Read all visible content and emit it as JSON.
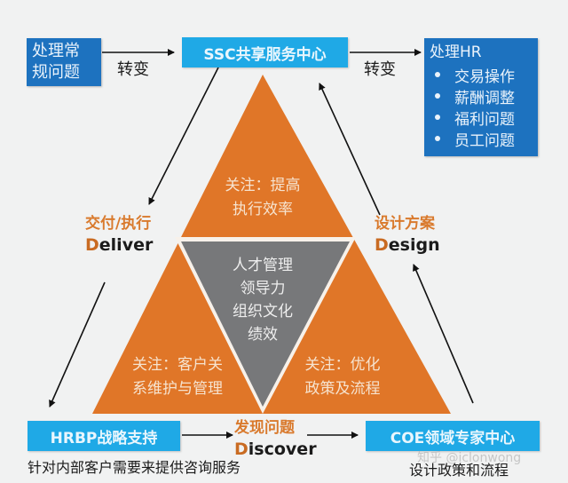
{
  "colors": {
    "orange": "#e07628",
    "gray": "#77787a",
    "dark_blue": "#1d72bf",
    "light_blue": "#1fa9e6",
    "stage_orange": "#d97a2d",
    "background": "#f1f2f2"
  },
  "top_row": {
    "left_box": {
      "line1": "处理常",
      "line2": "规问题"
    },
    "left_arrow_label": "转变",
    "center_box": {
      "label": "SSC共享服务中心"
    },
    "right_arrow_label": "转变",
    "right_box": {
      "title": "处理HR",
      "items": [
        "交易操作",
        "薪酬调整",
        "福利问题",
        "员工问题"
      ]
    }
  },
  "triangle": {
    "top": {
      "line1": "关注：提高",
      "line2": "执行效率"
    },
    "bottom_left": {
      "line1": "关注：客户关",
      "line2": "系维护与管理"
    },
    "bottom_right": {
      "line1": "关注：优化",
      "line2": "政策及流程"
    },
    "center": {
      "lines": [
        "人才管理",
        "领导力",
        "组织文化",
        "绩效"
      ]
    }
  },
  "stages": {
    "deliver": {
      "cn": "交付/执行",
      "en_initial": "D",
      "en_rest": "eliver"
    },
    "design": {
      "cn": "设计方案",
      "en_initial": "D",
      "en_rest": "esign"
    },
    "discover": {
      "cn": "发现问题",
      "en_initial": "D",
      "en_rest": "iscover"
    }
  },
  "bottom_row": {
    "hrbp": {
      "label": "HRBP战略支持",
      "caption": "针对内部客户需要来提供咨询服务"
    },
    "coe": {
      "label": "COE领域专家中心",
      "caption": "设计政策和流程"
    }
  },
  "watermark": "知乎 @iclonwong"
}
